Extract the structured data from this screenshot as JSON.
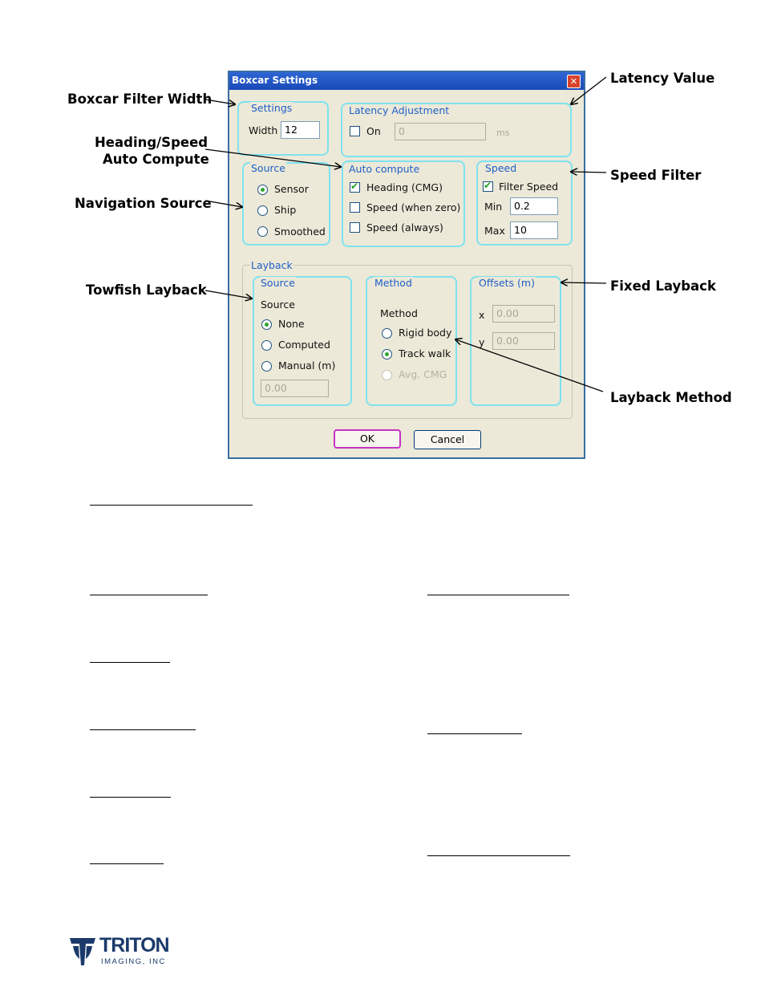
{
  "dialog": {
    "title": "Boxcar Settings",
    "close_glyph": "✕",
    "settings": {
      "label": "Settings",
      "width_label": "Width",
      "width_value": "12"
    },
    "latency": {
      "label": "Latency Adjustment",
      "on_label": "On",
      "on_checked": false,
      "value": "0",
      "unit": "ms"
    },
    "source": {
      "label": "Source",
      "options": [
        "Sensor",
        "Ship",
        "Smoothed"
      ],
      "selected": "Sensor"
    },
    "auto_compute": {
      "label": "Auto compute",
      "options": [
        {
          "label": "Heading (CMG)",
          "checked": true
        },
        {
          "label": "Speed (when zero)",
          "checked": false
        },
        {
          "label": "Speed (always)",
          "checked": false
        }
      ]
    },
    "speed": {
      "label": "Speed",
      "filter_label": "Filter Speed",
      "filter_checked": true,
      "min_label": "Min",
      "min_value": "0.2",
      "max_label": "Max",
      "max_value": "10"
    },
    "layback": {
      "label": "Layback",
      "source": {
        "label": "Source",
        "inner_label": "Source",
        "options": [
          "None",
          "Computed",
          "Manual (m)"
        ],
        "selected": "None",
        "manual_value": "0.00"
      },
      "method": {
        "label": "Method",
        "inner_label": "Method",
        "options": [
          "Rigid body",
          "Track walk",
          "Avg. CMG"
        ],
        "selected": "Track walk",
        "disabled": "Avg. CMG"
      },
      "offsets": {
        "label": "Offsets (m)",
        "x_label": "x",
        "x_value": "0.00",
        "y_label": "y",
        "y_value": "0.00"
      }
    },
    "ok_label": "OK",
    "cancel_label": "Cancel"
  },
  "callouts": {
    "boxcar_filter_width": "Boxcar Filter Width",
    "heading_speed_line1": "Heading/Speed",
    "heading_speed_line2": "Auto Compute",
    "navigation_source": "Navigation Source",
    "towfish_layback": "Towfish Layback",
    "latency_value": "Latency Value",
    "speed_filter": "Speed Filter",
    "fixed_layback": "Fixed Layback",
    "layback_method": "Layback Method"
  },
  "logo": {
    "name": "TRITON",
    "sub": "IMAGING, INC",
    "color": "#1b3a6b"
  }
}
